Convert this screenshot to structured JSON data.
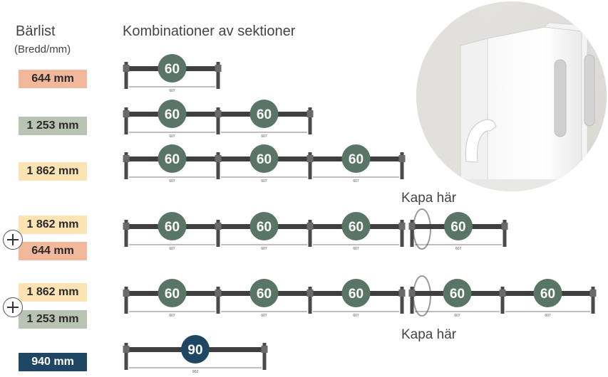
{
  "header": {
    "title": "Bärlist",
    "subtitle": "(Bredd/mm)",
    "combinations_title": "Kombinationer av sektioner"
  },
  "rows": [
    {
      "badges": [
        {
          "label": "644 mm",
          "color": "#f2b89b"
        }
      ],
      "sections": [
        "60"
      ]
    },
    {
      "badges": [
        {
          "label": "1 253 mm",
          "color": "#b9c3b3"
        }
      ],
      "sections": [
        "60",
        "60"
      ]
    },
    {
      "badges": [
        {
          "label": "1 862 mm",
          "color": "#fce3b4"
        }
      ],
      "sections": [
        "60",
        "60",
        "60"
      ]
    },
    {
      "badges": [
        {
          "label": "1 862 mm",
          "color": "#fce3b4"
        },
        {
          "label": "644 mm",
          "color": "#f2b89b"
        }
      ],
      "sections": [
        "60",
        "60",
        "60"
      ],
      "extra_sections": [
        "60"
      ]
    },
    {
      "badges": [
        {
          "label": "1 862 mm",
          "color": "#fce3b4"
        },
        {
          "label": "1 253 mm",
          "color": "#b9c3b3"
        }
      ],
      "sections": [
        "60",
        "60",
        "60"
      ],
      "extra_sections": [
        "60",
        "60"
      ]
    },
    {
      "badges": [
        {
          "label": "940 mm",
          "color": "#1f4763"
        }
      ],
      "sections": [
        "90"
      ]
    }
  ],
  "cut_label": "Kapa här",
  "dimension_labels": {
    "section_60": "607",
    "section_90": "902"
  },
  "colors": {
    "green_circle": "#587565",
    "navy_circle": "#1f4763",
    "rail": "#3f3f3f"
  },
  "icons": {
    "plus": "plus-circle-icon",
    "cut": "cut-oval-icon"
  }
}
